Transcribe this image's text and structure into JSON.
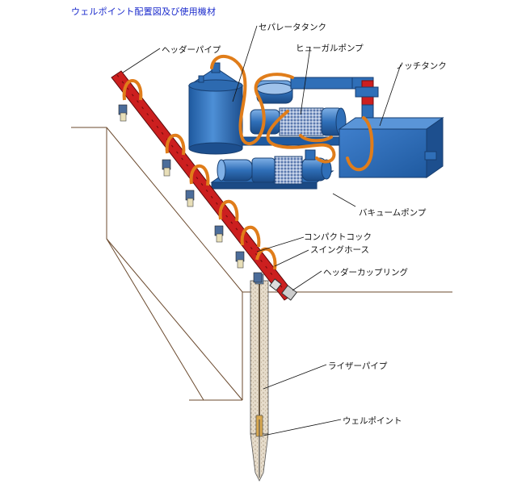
{
  "title": "ウェルポイント配置図及び使用機材",
  "labels": {
    "header_pipe": "ヘッダーパイプ",
    "separator_tank": "セパレータタンク",
    "centrifugal_pump": "ヒューガルポンプ",
    "notch_tank": "ノッチタンク",
    "vacuum_pump": "バキュームポンプ",
    "compact_cock": "コンパクトコック",
    "swing_hose": "スイングホース",
    "header_coupling": "ヘッダーカップリング",
    "riser_pipe": "ライザーパイプ",
    "well_point": "ウェルポイント"
  },
  "colors": {
    "title": "#1a2acc",
    "header_pipe": "#cc1f1f",
    "equipment": "#2f6fb8",
    "hose": "#e07d1a",
    "ground_line": "#6b4a2e"
  }
}
